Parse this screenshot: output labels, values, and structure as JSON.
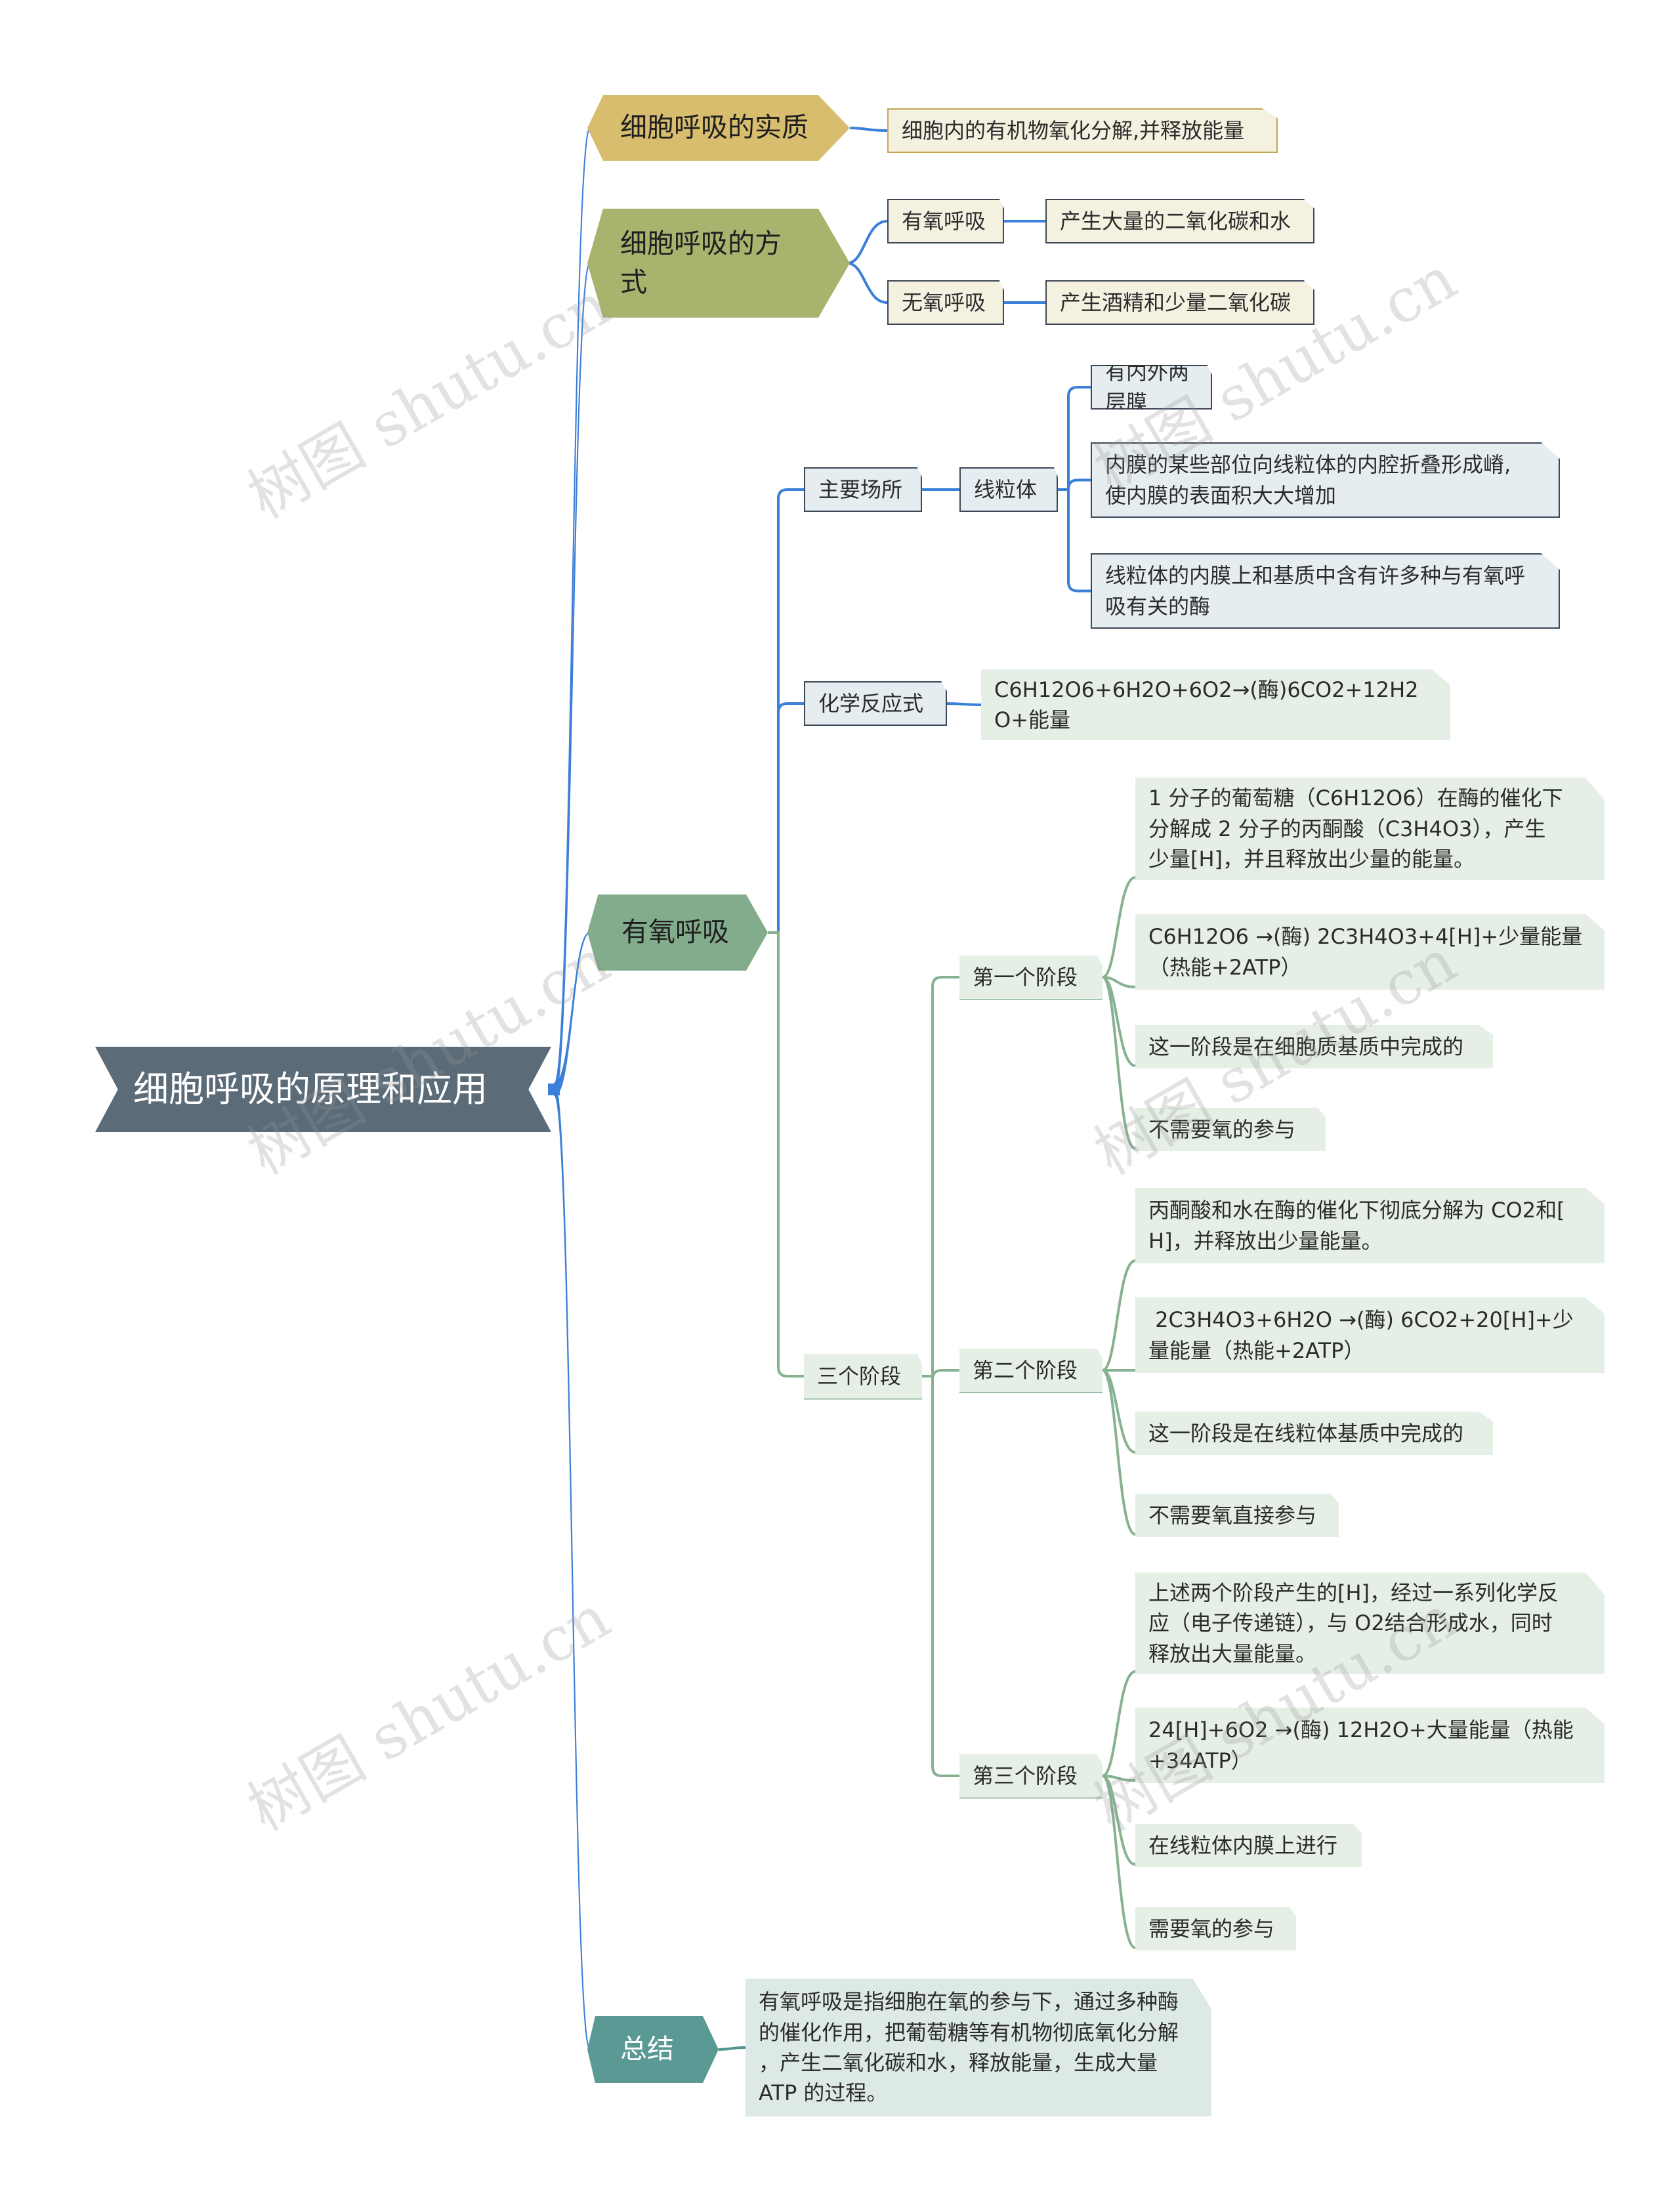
{
  "root": {
    "label": "细胞呼吸的原理和应用"
  },
  "branches": {
    "essence": {
      "label": "细胞呼吸的实质",
      "detail": "细胞内的有机物氧化分解,并释放能量"
    },
    "modes": {
      "label": "细胞呼吸的方\n式",
      "aerobic": {
        "label": "有氧呼吸",
        "detail": "产生大量的二氧化碳和水"
      },
      "anaerobic": {
        "label": "无氧呼吸",
        "detail": "产生酒精和少量二氧化碳"
      }
    },
    "aerobic": {
      "label": "有氧呼吸",
      "site": {
        "label": "主要场所",
        "organelle": "线粒体",
        "features": [
          "有内外两层膜",
          "内膜的某些部位向线粒体的内腔折叠形成嵴,\n使内膜的表面积大大增加",
          "线粒体的内膜上和基质中含有许多种与有氧呼\n吸有关的酶"
        ]
      },
      "equation": {
        "label": "化学反应式",
        "formula": "C6H12O6+6H2O+6O2→(酶)6CO2+12H2\nO+能量"
      },
      "stages": {
        "label": "三个阶段",
        "items": [
          {
            "label": "第一个阶段",
            "details": [
              "1 分子的葡萄糖（C6H12O6）在酶的催化下\n分解成 2 分子的丙酮酸（C3H4O3），产生\n少量[H]，并且释放出少量的能量。",
              "C6H12O6 →(酶) 2C3H4O3+4[H]+少量能量\n（热能+2ATP）",
              "这一阶段是在细胞质基质中完成的",
              "不需要氧的参与"
            ]
          },
          {
            "label": "第二个阶段",
            "details": [
              "丙酮酸和水在酶的催化下彻底分解为 CO2和[\nH]，并释放出少量能量。",
              " 2C3H4O3+6H2O →(酶) 6CO2+20[H]+少\n量能量（热能+2ATP）",
              "这一阶段是在线粒体基质中完成的",
              "不需要氧直接参与"
            ]
          },
          {
            "label": "第三个阶段",
            "details": [
              "上述两个阶段产生的[H]，经过一系列化学反\n应（电子传递链），与 O2结合形成水，同时\n释放出大量能量。",
              "24[H]+6O2 →(酶) 12H2O+大量能量（热能\n+34ATP）",
              "在线粒体内膜上进行",
              "需要氧的参与"
            ]
          }
        ]
      }
    },
    "summary": {
      "label": "总结",
      "detail": "有氧呼吸是指细胞在氧的参与下，通过多种酶\n的催化作用，把葡萄糖等有机物彻底氧化分解\n，产生二氧化碳和水，释放能量，生成大量\nATP 的过程。"
    }
  },
  "watermark": "树图 shutu.cn",
  "colors": {
    "root": "#5b6b78",
    "essence": "#d8bd6e",
    "modes": "#aab36e",
    "aerobic": "#82ac8b",
    "summary": "#5a9994",
    "cream": "#f5f1e1",
    "paleblue": "#e6edf0",
    "palegreen": "#e6efe6",
    "palemint": "#dde9e7",
    "bluewire": "#3c7fd8",
    "greenwire": "#86b292",
    "tealwire": "#4f948f",
    "goldwire": "#c7a650"
  }
}
